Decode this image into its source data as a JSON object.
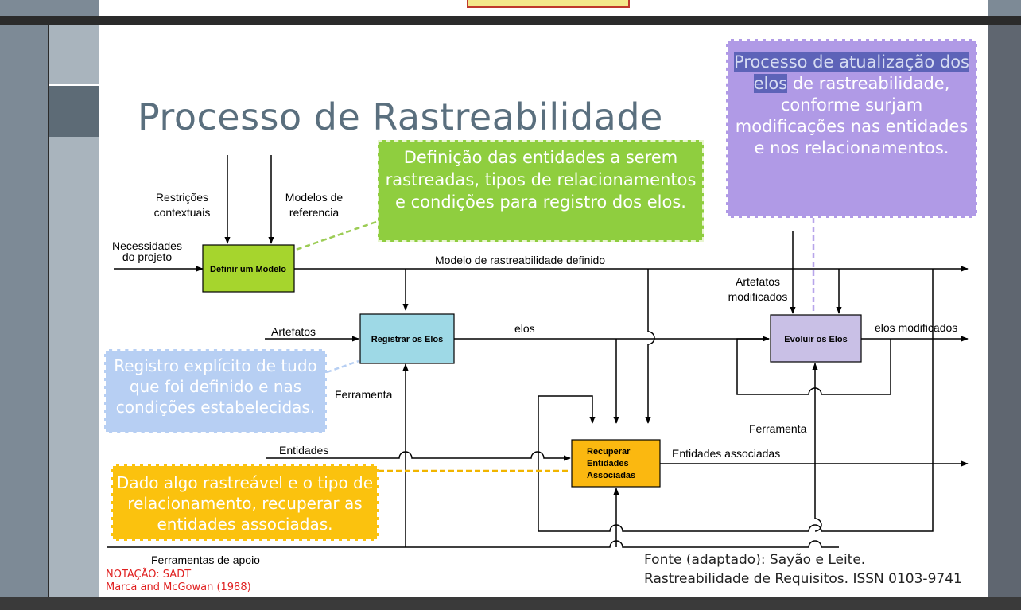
{
  "slide": {
    "title": "Processo de Rastreabilidade"
  },
  "diagram": {
    "processes": {
      "definir": "Definir um Modelo",
      "registrar": "Registrar os Elos",
      "recuperar": [
        "Recuperar",
        "Entidades",
        "Associadas"
      ],
      "evoluir": "Evoluir os Elos"
    },
    "labels": {
      "restricoes": [
        "Restrições",
        "contextuais"
      ],
      "modelos": [
        "Modelos de",
        "referencia"
      ],
      "necessidades": [
        "Necessidades",
        "do projeto"
      ],
      "modelo_definido": "Modelo de rastreabilidade definido",
      "artefatos_modificados": [
        "Artefatos",
        "modificados"
      ],
      "artefatos": "Artefatos",
      "elos": "elos",
      "elos_modificados": "elos modificados",
      "ferramenta_left": "Ferramenta",
      "ferramenta_right": "Ferramenta",
      "entidades": "Entidades",
      "entidades_associadas": "Entidades associadas",
      "ferramentas_apoio": "Ferramentas de apoio"
    },
    "colors": {
      "definir": "#a6d52d",
      "registrar": "#9ed9e6",
      "recuperar": "#fbb810",
      "evoluir": "#c9c0e6"
    }
  },
  "notes": {
    "green": "Definição das entidades a serem rastreadas, tipos de relacionamentos e condições para registro dos elos.",
    "purple_highlight": "Processo de atualização dos elos",
    "purple_rest": " de rastreabilidade, conforme surjam modificações nas entidades e nos relacionamentos.",
    "blue": "Registro explícito de tudo que foi definido e nas condições estabelecidas.",
    "orange": "Dado algo rastreável e o tipo de relacionamento, recuperar as entidades associadas."
  },
  "footer": {
    "source_line1": "Fonte (adaptado): Sayão e Leite.",
    "source_line2": "Rastreabilidade de Requisitos. ISSN 0103-9741",
    "notation_line1": "NOTAÇÃO: SADT",
    "notation_line2": "Marca and McGowan (1988)"
  }
}
